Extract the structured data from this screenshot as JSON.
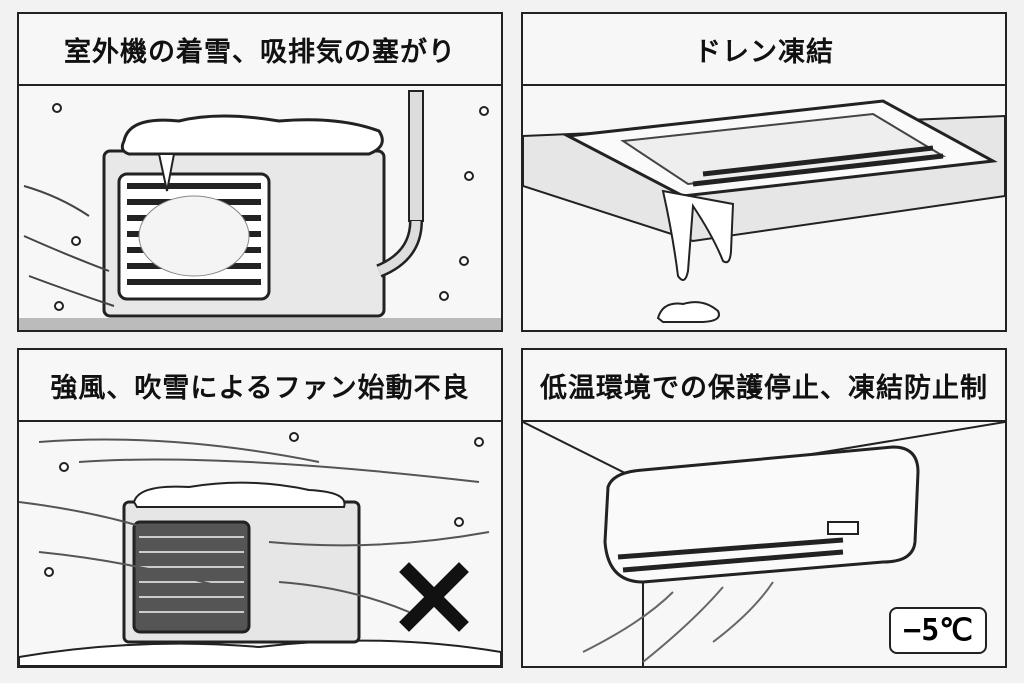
{
  "panels": [
    {
      "title": "室外機の着雪、吸排気の塞がり"
    },
    {
      "title": "ドレン凍結"
    },
    {
      "title": "強風、吹雪によるファン始動不良"
    },
    {
      "title": "低温環境での保護停止、凍結防止制",
      "temperature": "−5℃"
    }
  ]
}
